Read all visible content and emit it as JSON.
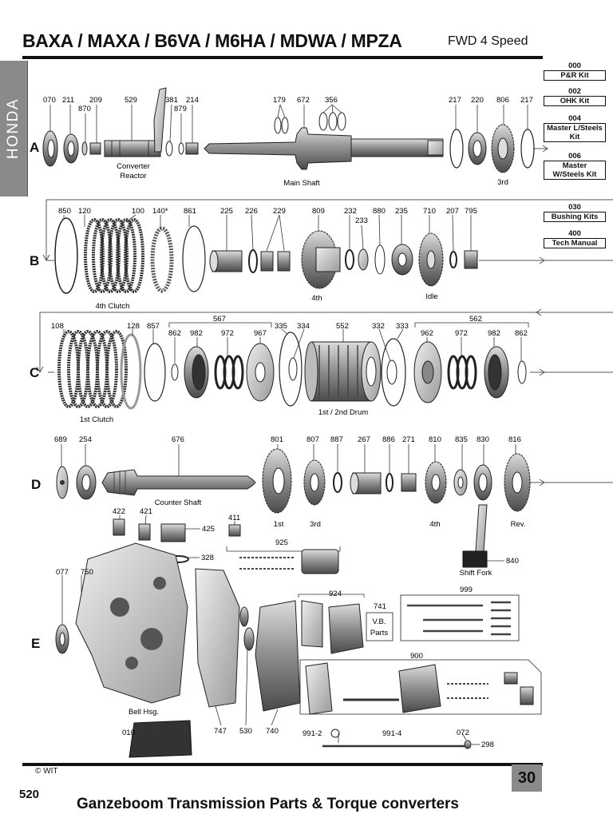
{
  "header": {
    "title": "BAXA / MAXA / B6VA / M6HA / MDWA / MPZA",
    "subtitle": "FWD 4 Speed"
  },
  "side_tab": "HONDA",
  "kits": [
    {
      "code": "000",
      "name": "P&R Kit"
    },
    {
      "code": "002",
      "name": "OHK Kit"
    },
    {
      "code": "004",
      "name": "Master L/Steels Kit"
    },
    {
      "code": "006",
      "name": "Master W/Steels Kit"
    },
    {
      "code": "030",
      "name": "Bushing Kits"
    },
    {
      "code": "400",
      "name": "Tech Manual"
    }
  ],
  "rows": [
    "A",
    "B",
    "C",
    "D",
    "E"
  ],
  "part_numbers": {
    "a": [
      "070",
      "211",
      "870",
      "209",
      "529",
      "381",
      "879",
      "214",
      "179",
      "672",
      "356",
      "217",
      "220",
      "806",
      "217"
    ],
    "b": [
      "850",
      "120",
      "100",
      "140*",
      "861",
      "225",
      "226",
      "229",
      "809",
      "232",
      "233",
      "880",
      "235",
      "710",
      "207",
      "795"
    ],
    "c": [
      "108",
      "128",
      "857",
      "567",
      "862",
      "982",
      "972",
      "967",
      "335",
      "334",
      "552",
      "332",
      "333",
      "562",
      "962",
      "972",
      "982",
      "862"
    ],
    "d": [
      "689",
      "254",
      "676",
      "801",
      "807",
      "887",
      "267",
      "886",
      "271",
      "810",
      "835",
      "830",
      "816"
    ],
    "e": [
      "422",
      "421",
      "425",
      "411",
      "328",
      "925",
      "840",
      "077",
      "750",
      "924",
      "741",
      "999",
      "900",
      "010",
      "747",
      "530",
      "740",
      "991-2",
      "991-4",
      "072",
      "298"
    ]
  },
  "captions": {
    "converter_reactor": [
      "Converter",
      "Reactor"
    ],
    "main_shaft": "Main Shaft",
    "third_a": "3rd",
    "fourth_clutch": "4th Clutch",
    "fourth_b": "4th",
    "idle": "Idle",
    "first_clutch": "1st Clutch",
    "drum": "1st / 2nd Drum",
    "counter_shaft": "Counter Shaft",
    "first_d": "1st",
    "third_d": "3rd",
    "fourth_d": "4th",
    "rev": "Rev.",
    "shift_fork": "Shift Fork",
    "vb_parts": [
      "V.B.",
      "Parts"
    ],
    "bell_housing": "Bell Hsg."
  },
  "footer": {
    "copyright": "© WIT",
    "page_box": "30",
    "page_number": "520",
    "company": "Ganzeboom Transmission Parts & Torque converters"
  }
}
